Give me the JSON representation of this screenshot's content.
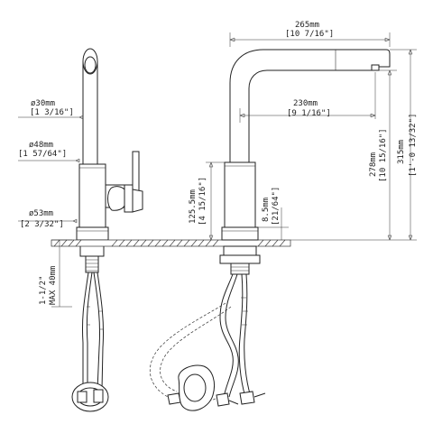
{
  "dimensions": {
    "spout_reach": {
      "metric": "265mm",
      "imperial": "[10 7/16\"]"
    },
    "spout_inner": {
      "metric": "230mm",
      "imperial": "[9 1/16\"]"
    },
    "spout_top_dia": {
      "metric": "ø30mm",
      "imperial": "[1 3/16\"]"
    },
    "body_dia": {
      "metric": "ø48mm",
      "imperial": "[1 57/64\"]"
    },
    "base_dia": {
      "metric": "ø53mm",
      "imperial": "[2 3/32\"]"
    },
    "body_height": {
      "metric": "125.5mm",
      "imperial": "[4 15/16\"]"
    },
    "base_step": {
      "metric": "8.5mm",
      "imperial": "[21/64\"]"
    },
    "spout_height": {
      "metric": "278mm",
      "imperial": "[10 15/16\"]"
    },
    "total_height": {
      "metric": "315mm",
      "imperial": "[1'-0 13/32\"]"
    },
    "deck_thickness": {
      "metric": "1-1/2\"",
      "imperial": "MAX 40mm"
    }
  }
}
